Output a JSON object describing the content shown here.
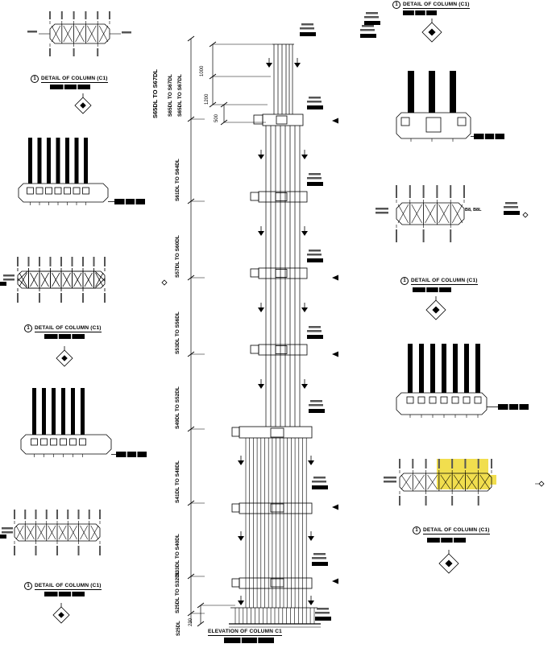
{
  "titles": {
    "detail": "DETAIL OF COLUMN (C1)",
    "detail_number": "1",
    "elevation": "ELEVATION OF COLUMN C1"
  },
  "elevation": {
    "top_labels": [
      "S65DL TO S67DL",
      "S65DL TO S67DL",
      "S65DL TO S67DL"
    ],
    "levels": [
      "S61DL TO S64DL",
      "S57DL TO S60DL",
      "S53DL TO S56DL",
      "S49DL TO S52DL",
      "S41DL TO S48DL",
      "S33DL TO S40DL",
      "S25DL TO S32DL"
    ],
    "bottom_label": "S25DL",
    "dims": {
      "d1": "1000",
      "d2": "1200",
      "d3": "500",
      "d4": "230"
    }
  },
  "notes": {
    "section_note": "B8, B8L"
  }
}
